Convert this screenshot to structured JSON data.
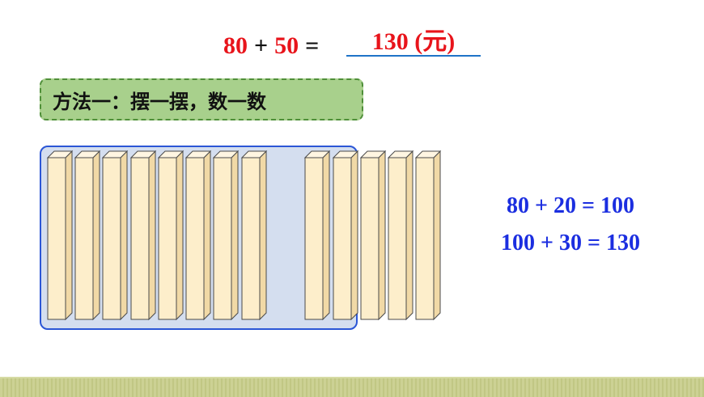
{
  "equation_top": {
    "a": "80",
    "op": "+",
    "b": "50",
    "eq": "=",
    "answer": "130 (元)"
  },
  "method_label": "方法一：摆一摆，数一数",
  "sticks": {
    "grouped_count": 10,
    "extra_count": 3,
    "colors": {
      "front": "#fdeecb",
      "side": "#f1d9a6",
      "top": "#fff6e2",
      "outline": "#4a4a4a",
      "group_bg": "#d4deef",
      "group_border": "#2b56d6"
    }
  },
  "steps": [
    "80 + 20 = 100",
    "100 + 30 = 130"
  ],
  "colors": {
    "answer": "#e8141b",
    "steps": "#1b2ee0",
    "method_bg": "#a8d08c",
    "grass": "#ccd194"
  }
}
